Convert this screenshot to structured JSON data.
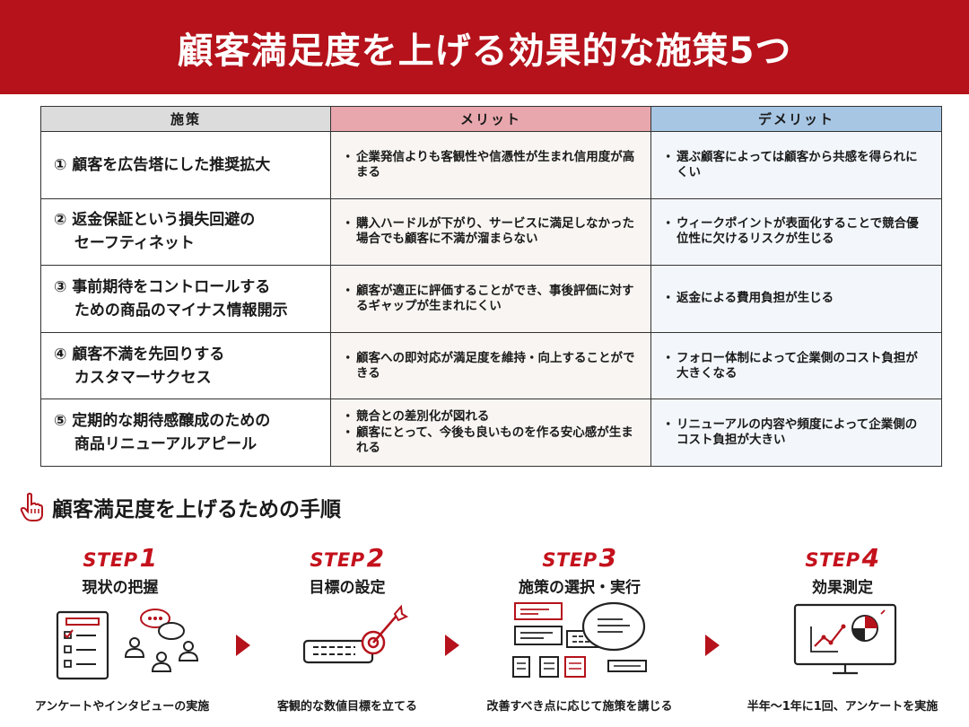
{
  "title": "顧客満足度を上げる効果的な施策5つ",
  "table": {
    "headers": {
      "measure": "施策",
      "merit": "メリット",
      "demerit": "デメリット"
    },
    "rows": [
      {
        "measure": [
          "① 顧客を広告塔にした推奨拡大"
        ],
        "merits": [
          "企業発信よりも客観性や信憑性が生まれ信用度が高まる"
        ],
        "demerits": [
          "選ぶ顧客によっては顧客から共感を得られにくい"
        ]
      },
      {
        "measure": [
          "② 返金保証という損失回避の",
          "　 セーフティネット"
        ],
        "merits": [
          "購入ハードルが下がり、サービスに満足しなかった場合でも顧客に不満が溜まらない"
        ],
        "demerits": [
          "ウィークポイントが表面化することで競合優位性に欠けるリスクが生じる"
        ]
      },
      {
        "measure": [
          "③ 事前期待をコントロールする",
          "　 ための商品のマイナス情報開示"
        ],
        "merits": [
          "顧客が適正に評価することができ、事後評価に対するギャップが生まれにくい"
        ],
        "demerits": [
          "返金による費用負担が生じる"
        ]
      },
      {
        "measure": [
          "④ 顧客不満を先回りする",
          "　 カスタマーサクセス"
        ],
        "merits": [
          "顧客への即対応が満足度を維持・向上することができる"
        ],
        "demerits": [
          "フォロー体制によって企業側のコスト負担が大きくなる"
        ]
      },
      {
        "measure": [
          "⑤ 定期的な期待感醸成のための",
          "　 商品リニューアルアピール"
        ],
        "merits": [
          "競合との差別化が図れる",
          "顧客にとって、今後も良いものを作る安心感が生まれる"
        ],
        "demerits": [
          "リニューアルの内容や頻度によって企業側のコスト負担が大きい"
        ]
      }
    ]
  },
  "section": {
    "title": "顧客満足度を上げるための手順",
    "icon": "pointing-hand-icon"
  },
  "steps": [
    {
      "label": "STEP",
      "num": "1",
      "title": "現状の把握",
      "caption": "アンケートやインタビューの実施",
      "icon": "survey-interview-icon"
    },
    {
      "label": "STEP",
      "num": "2",
      "title": "目標の設定",
      "caption": "客観的な数値目標を立てる",
      "icon": "target-goal-icon"
    },
    {
      "label": "STEP",
      "num": "3",
      "title": "施策の選択・実行",
      "caption": "改善すべき点に応じて施策を講じる",
      "icon": "plan-documents-icon"
    },
    {
      "label": "STEP",
      "num": "4",
      "title": "効果測定",
      "caption": "半年〜1年に1回、アンケートを実施",
      "icon": "monitor-chart-icon"
    }
  ],
  "colors": {
    "brand_red": "#b5121b",
    "header_gray": "#dcdcdc",
    "header_pink": "#e8a7ad",
    "header_blue": "#a7c6e3"
  }
}
